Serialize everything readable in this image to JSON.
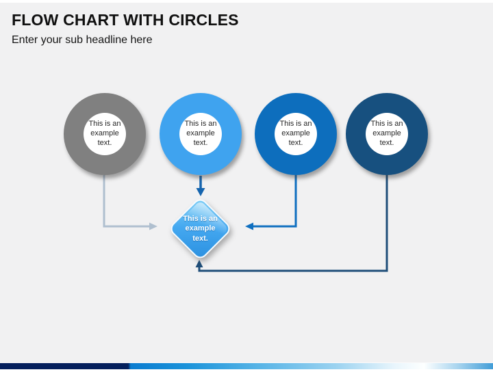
{
  "slide": {
    "title": "FLOW CHART WITH CIRCLES",
    "subtitle": "Enter your sub headline here",
    "background_color": "#F1F1F2"
  },
  "diagram": {
    "circles": [
      {
        "name": "gray-circle",
        "color": "#808080",
        "text": "This is an example text."
      },
      {
        "name": "light-blue-circle",
        "color": "#3FA3EF",
        "text": "This is an example text."
      },
      {
        "name": "medium-blue-circle",
        "color": "#0D6EBD",
        "text": "This is an example text."
      },
      {
        "name": "dark-blue-circle",
        "color": "#17507F",
        "text": "This is an example text."
      }
    ],
    "diamond": {
      "text": "This is an example text.",
      "color_light": "#7ECFF6",
      "color_dark": "#2B90E0"
    },
    "connectors": [
      {
        "from": "gray-circle",
        "to": "diamond",
        "color": "#AFBFCF",
        "shape": "elbow-arrow-right"
      },
      {
        "from": "light-blue-circle",
        "to": "diamond",
        "color": "#1464AE",
        "shape": "straight-arrow-down"
      },
      {
        "from": "medium-blue-circle",
        "to": "diamond",
        "color": "#0F6FC0",
        "shape": "elbow-arrow-left"
      },
      {
        "from": "dark-blue-circle",
        "to": "diamond",
        "color": "#1F4E79",
        "shape": "elbow-arrow-up"
      }
    ]
  },
  "footer": {
    "bar_colors": [
      "#041F5C",
      "#0A7CD0",
      "#55B3E6",
      "#FDFFFF",
      "#429DD7"
    ]
  }
}
